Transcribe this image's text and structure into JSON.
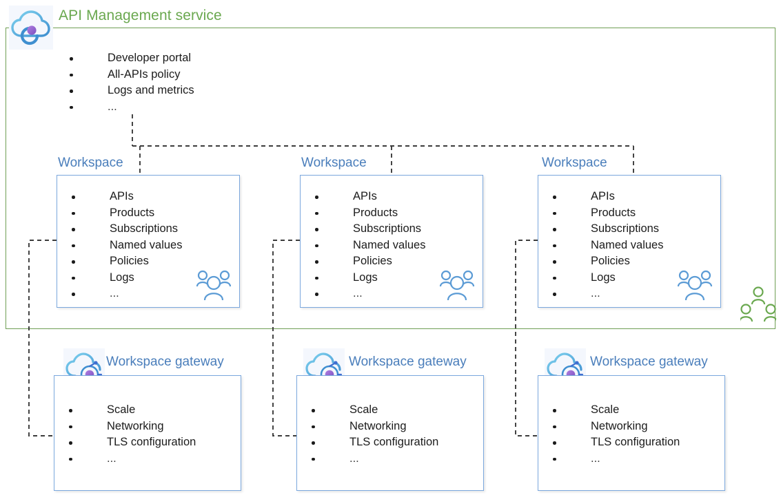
{
  "diagram": {
    "title": "API Management service",
    "accent_green": "#6aa84f",
    "accent_blue": "#4a7ebb",
    "border_green": "#6f9e54",
    "border_blue": "#7aa7dd",
    "text_color": "#1b1b1b"
  },
  "service": {
    "title": "API Management service",
    "icon": "api-management-cloud-icon",
    "features": [
      "Developer portal",
      "All-APIs policy",
      "Logs and metrics",
      "..."
    ],
    "group_icon": "people-group-green-icon"
  },
  "workspaces": [
    {
      "label": "Workspace",
      "items": [
        "APIs",
        "Products",
        "Subscriptions",
        "Named values",
        "Policies",
        "Logs",
        "..."
      ],
      "group_icon": "people-group-blue-icon"
    },
    {
      "label": "Workspace",
      "items": [
        "APIs",
        "Products",
        "Subscriptions",
        "Named values",
        "Policies",
        "Logs",
        "..."
      ],
      "group_icon": "people-group-blue-icon"
    },
    {
      "label": "Workspace",
      "items": [
        "APIs",
        "Products",
        "Subscriptions",
        "Named values",
        "Policies",
        "Logs",
        "..."
      ],
      "group_icon": "people-group-blue-icon"
    }
  ],
  "gateways": [
    {
      "label": "Workspace gateway",
      "icon": "workspace-gateway-cloud-icon",
      "items": [
        "Scale",
        "Networking",
        "TLS configuration",
        "..."
      ]
    },
    {
      "label": "Workspace gateway",
      "icon": "workspace-gateway-cloud-icon",
      "items": [
        "Scale",
        "Networking",
        "TLS configuration",
        "..."
      ]
    },
    {
      "label": "Workspace gateway",
      "icon": "workspace-gateway-cloud-icon",
      "items": [
        "Scale",
        "Networking",
        "TLS configuration",
        "..."
      ]
    }
  ]
}
